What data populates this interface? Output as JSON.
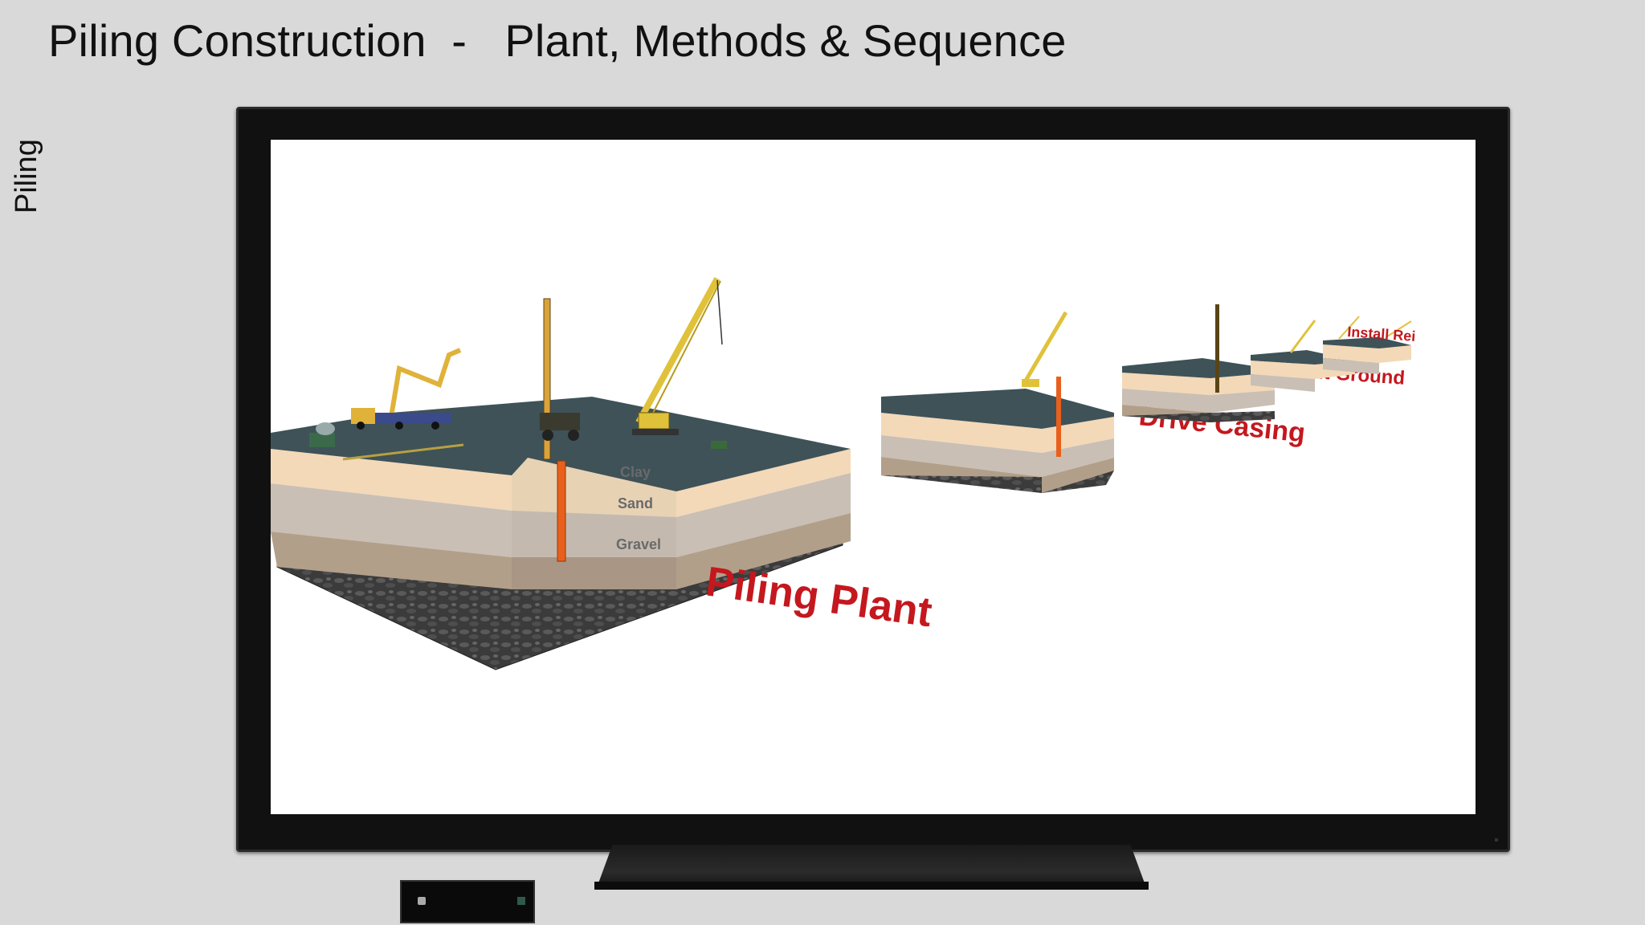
{
  "slide": {
    "title": "Piling Construction  -   Plant, Methods & Sequence",
    "side_label": "Piling"
  },
  "scene": {
    "labels": {
      "piling_plant": "Piling Plant",
      "drive_casing": "Drive Casing",
      "drill_out_ground": "Drill out Ground",
      "install_reinforcement": "Install Rei"
    },
    "layers": [
      "Clay",
      "Sand",
      "Gravel"
    ]
  },
  "colors": {
    "background": "#d9d9d9",
    "bezel": "#111111",
    "screen": "#ffffff",
    "label_red": "#c4181e",
    "ground_top": "#3e5258",
    "clay": "#f3d9b8",
    "sand": "#c9bfb5",
    "gravel": "#b29f8a",
    "bedrock": "#3a3a3a",
    "casing": "#e8601c",
    "crane": "#e0c23a"
  }
}
